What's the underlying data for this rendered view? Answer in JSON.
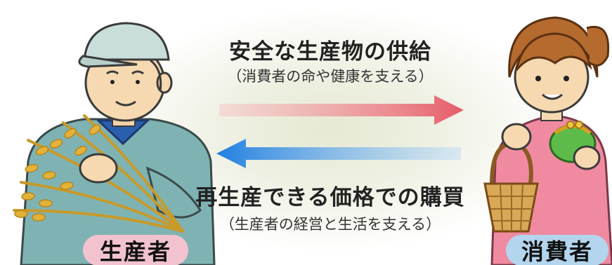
{
  "flows": {
    "supply": {
      "title": "安全な生産物の供給",
      "subtitle": "（消費者の命や健康を支える）",
      "direction": "producer-to-consumer",
      "color": "#e8707a"
    },
    "purchase": {
      "title": "再生産できる価格での購買",
      "subtitle": "（生産者の経営と生活を支える）",
      "direction": "consumer-to-producer",
      "color": "#2f8be0"
    }
  },
  "actors": {
    "producer": {
      "label": "生産者",
      "badge_color": "#f2c3cf"
    },
    "consumer": {
      "label": "消費者",
      "badge_color": "#b3d5ee"
    }
  }
}
